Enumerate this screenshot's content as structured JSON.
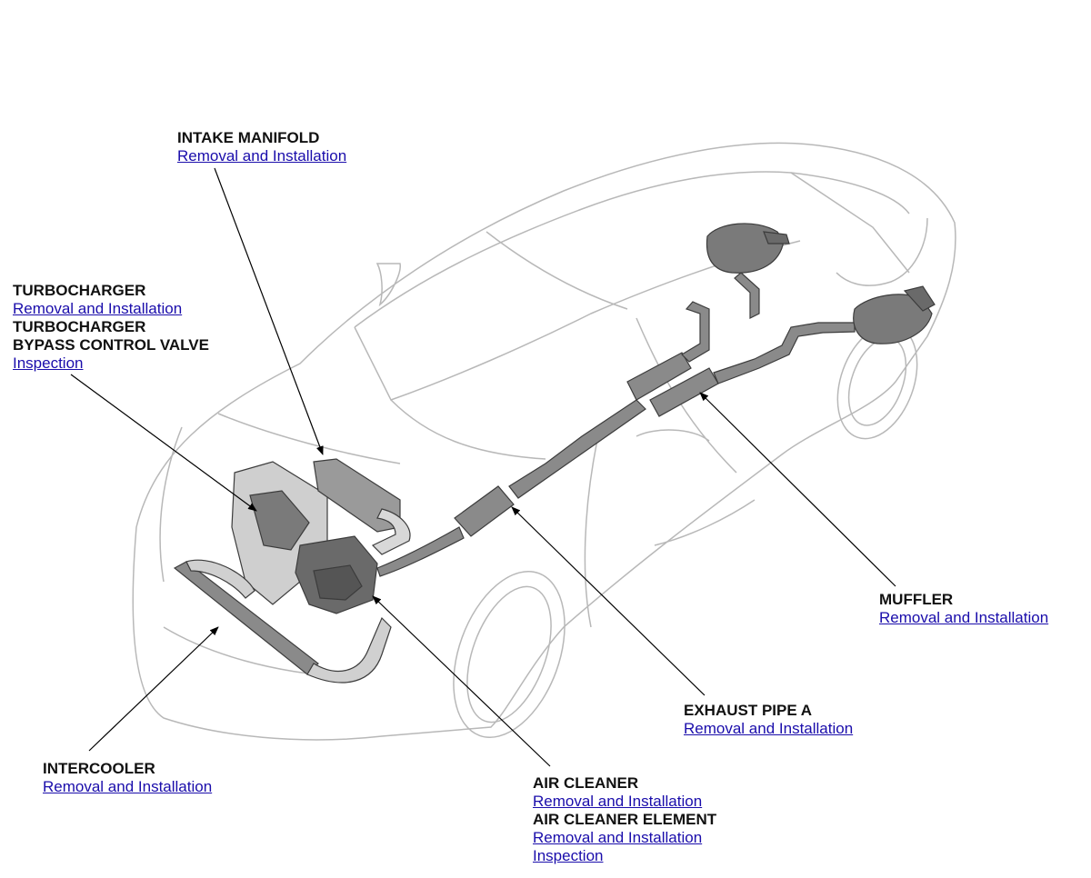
{
  "colors": {
    "link": "#1a0dab",
    "label": "#111111",
    "outline": "#b8b8b8",
    "part_fill": "#8a8a8a",
    "part_stroke": "#3c3c3c",
    "leader": "#000000"
  },
  "callouts": {
    "intake_manifold": {
      "title": "INTAKE MANIFOLD",
      "links": [
        "Removal and Installation"
      ]
    },
    "turbocharger": {
      "title": "TURBOCHARGER",
      "links": [
        "Removal and Installation"
      ]
    },
    "bypass_valve": {
      "title_line1": "TURBOCHARGER",
      "title_line2": "BYPASS CONTROL VALVE",
      "links": [
        "Inspection"
      ]
    },
    "muffler": {
      "title": "MUFFLER",
      "links": [
        "Removal and Installation"
      ]
    },
    "exhaust_pipe_a": {
      "title": "EXHAUST PIPE A",
      "links": [
        "Removal and Installation"
      ]
    },
    "intercooler": {
      "title": "INTERCOOLER",
      "links": [
        "Removal and Installation"
      ]
    },
    "air_cleaner": {
      "title": "AIR CLEANER",
      "links": [
        "Removal and Installation"
      ]
    },
    "air_cleaner_element": {
      "title": "AIR CLEANER ELEMENT",
      "links": [
        "Removal and Installation",
        "Inspection"
      ]
    }
  }
}
